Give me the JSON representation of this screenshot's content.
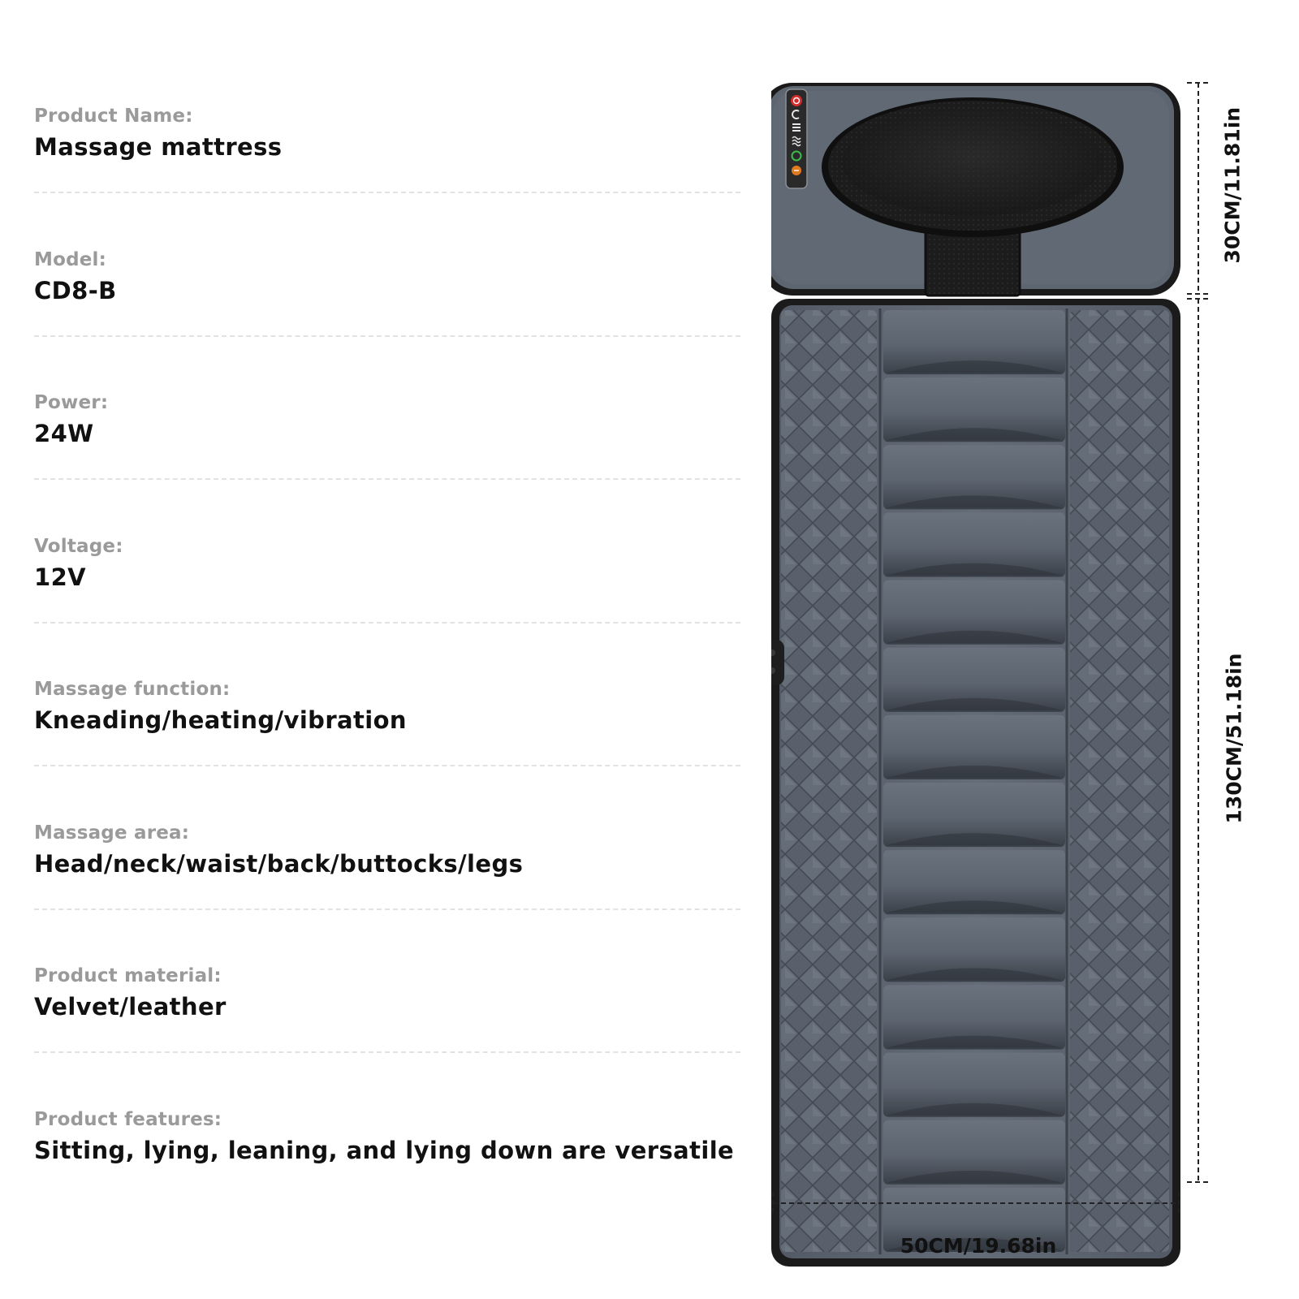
{
  "specs": [
    {
      "label": "Product Name:",
      "value": "Massage mattress"
    },
    {
      "label": "Model:",
      "value": "CD8-B"
    },
    {
      "label": "Power:",
      "value": "24W"
    },
    {
      "label": "Voltage:",
      "value": "12V"
    },
    {
      "label": "Massage function:",
      "value": "Kneading/heating/vibration"
    },
    {
      "label": "Massage area:",
      "value": "Head/neck/waist/back/buttocks/legs"
    },
    {
      "label": "Product material:",
      "value": "Velvet/leather"
    },
    {
      "label": "Product features:",
      "value": "Sitting, lying, leaning, and lying down are versatile"
    }
  ],
  "dimensions": {
    "pillow_height": "30CM/11.81in",
    "mat_height": "130CM/51.18in",
    "width": "50CM/19.68in"
  },
  "colors": {
    "mat": "#5c6470",
    "mat_dark": "#1b1b1b",
    "pillow_black": "#222222",
    "label_gray": "#9a9a9a",
    "value_black": "#111111"
  },
  "controller": {
    "icons": [
      "power-icon",
      "mode-icon",
      "level-icon",
      "heat-icon",
      "timer-icon",
      "vibration-icon"
    ]
  }
}
